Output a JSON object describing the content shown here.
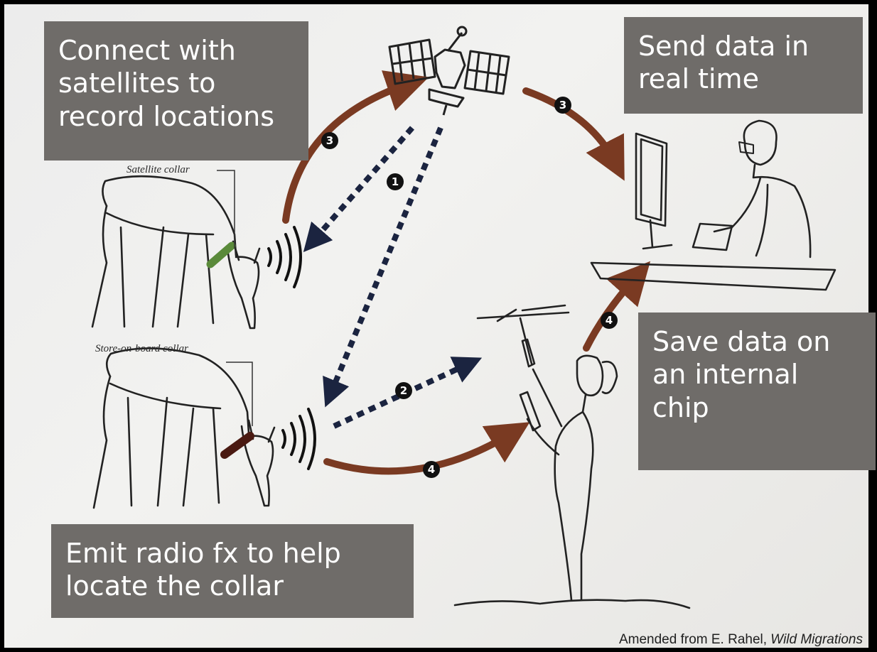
{
  "captions": {
    "satellites": "Connect with\nsatellites to\nrecord locations",
    "realtime": "Send data in\nreal time",
    "chip": "Save data on\nan internal\nchip",
    "radio": "Emit radio fx to help\nlocate the collar"
  },
  "labels": {
    "satellite_collar": "Satellite collar",
    "store_collar": "Store-on-board collar"
  },
  "steps": {
    "one": "1",
    "two": "2",
    "three": "3",
    "four": "4"
  },
  "credit": {
    "prefix": "Amended from E. Rahel, ",
    "source": "Wild Migrations"
  },
  "colors": {
    "caption_bg": "#6f6c69",
    "path_arrow": "#7a3a22",
    "signal_arrow": "#1b2440",
    "satellite_collar": "#5a8a3a",
    "store_collar": "#4a1a12"
  },
  "icons": [
    "satellite-icon",
    "computer-user-icon",
    "radio-tracker-person-icon",
    "deer-icon",
    "radio-waves-icon"
  ]
}
